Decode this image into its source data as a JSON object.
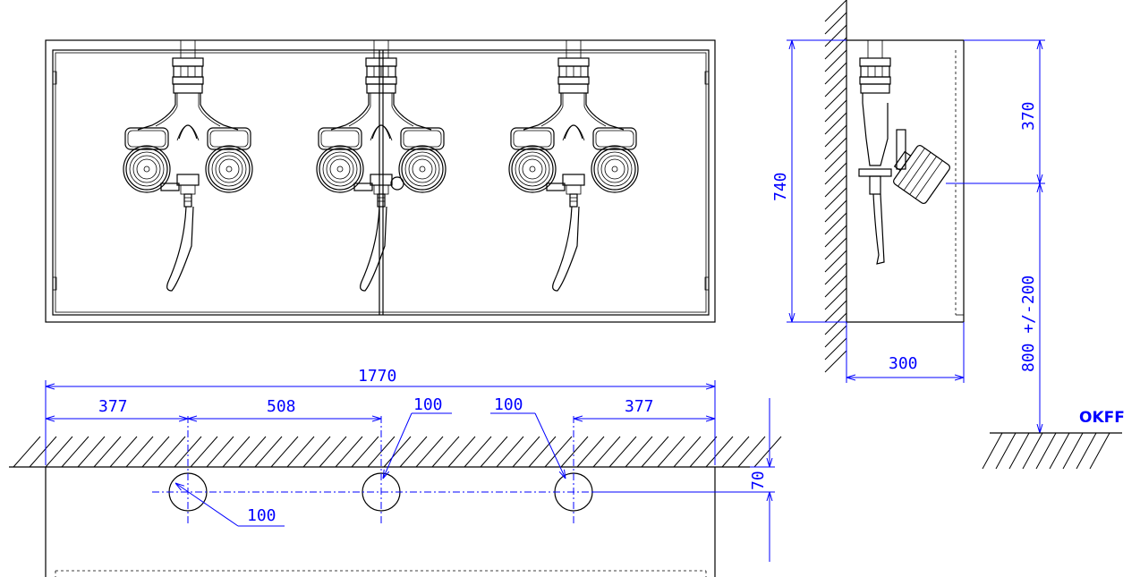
{
  "colors": {
    "lines": "#000000",
    "dimensions": "#0000ff",
    "background": "#ffffff"
  },
  "dimensions": {
    "overall_width": "1770",
    "left_offset": "377",
    "spacing": "508",
    "right_offset": "377",
    "hole_diameter_top_left": "100",
    "hole_diameter_top_right": "100",
    "hole_diameter_bottom": "100",
    "wall_offset": "70",
    "cabinet_height": "740",
    "upper_height": "370",
    "floor_height": "800 +/-200",
    "cabinet_depth": "300"
  },
  "labels": {
    "floor_reference": "OKFF"
  },
  "icons": [
    "faucet-assembly-icon",
    "wall-hatch-icon",
    "floor-hatch-icon"
  ]
}
